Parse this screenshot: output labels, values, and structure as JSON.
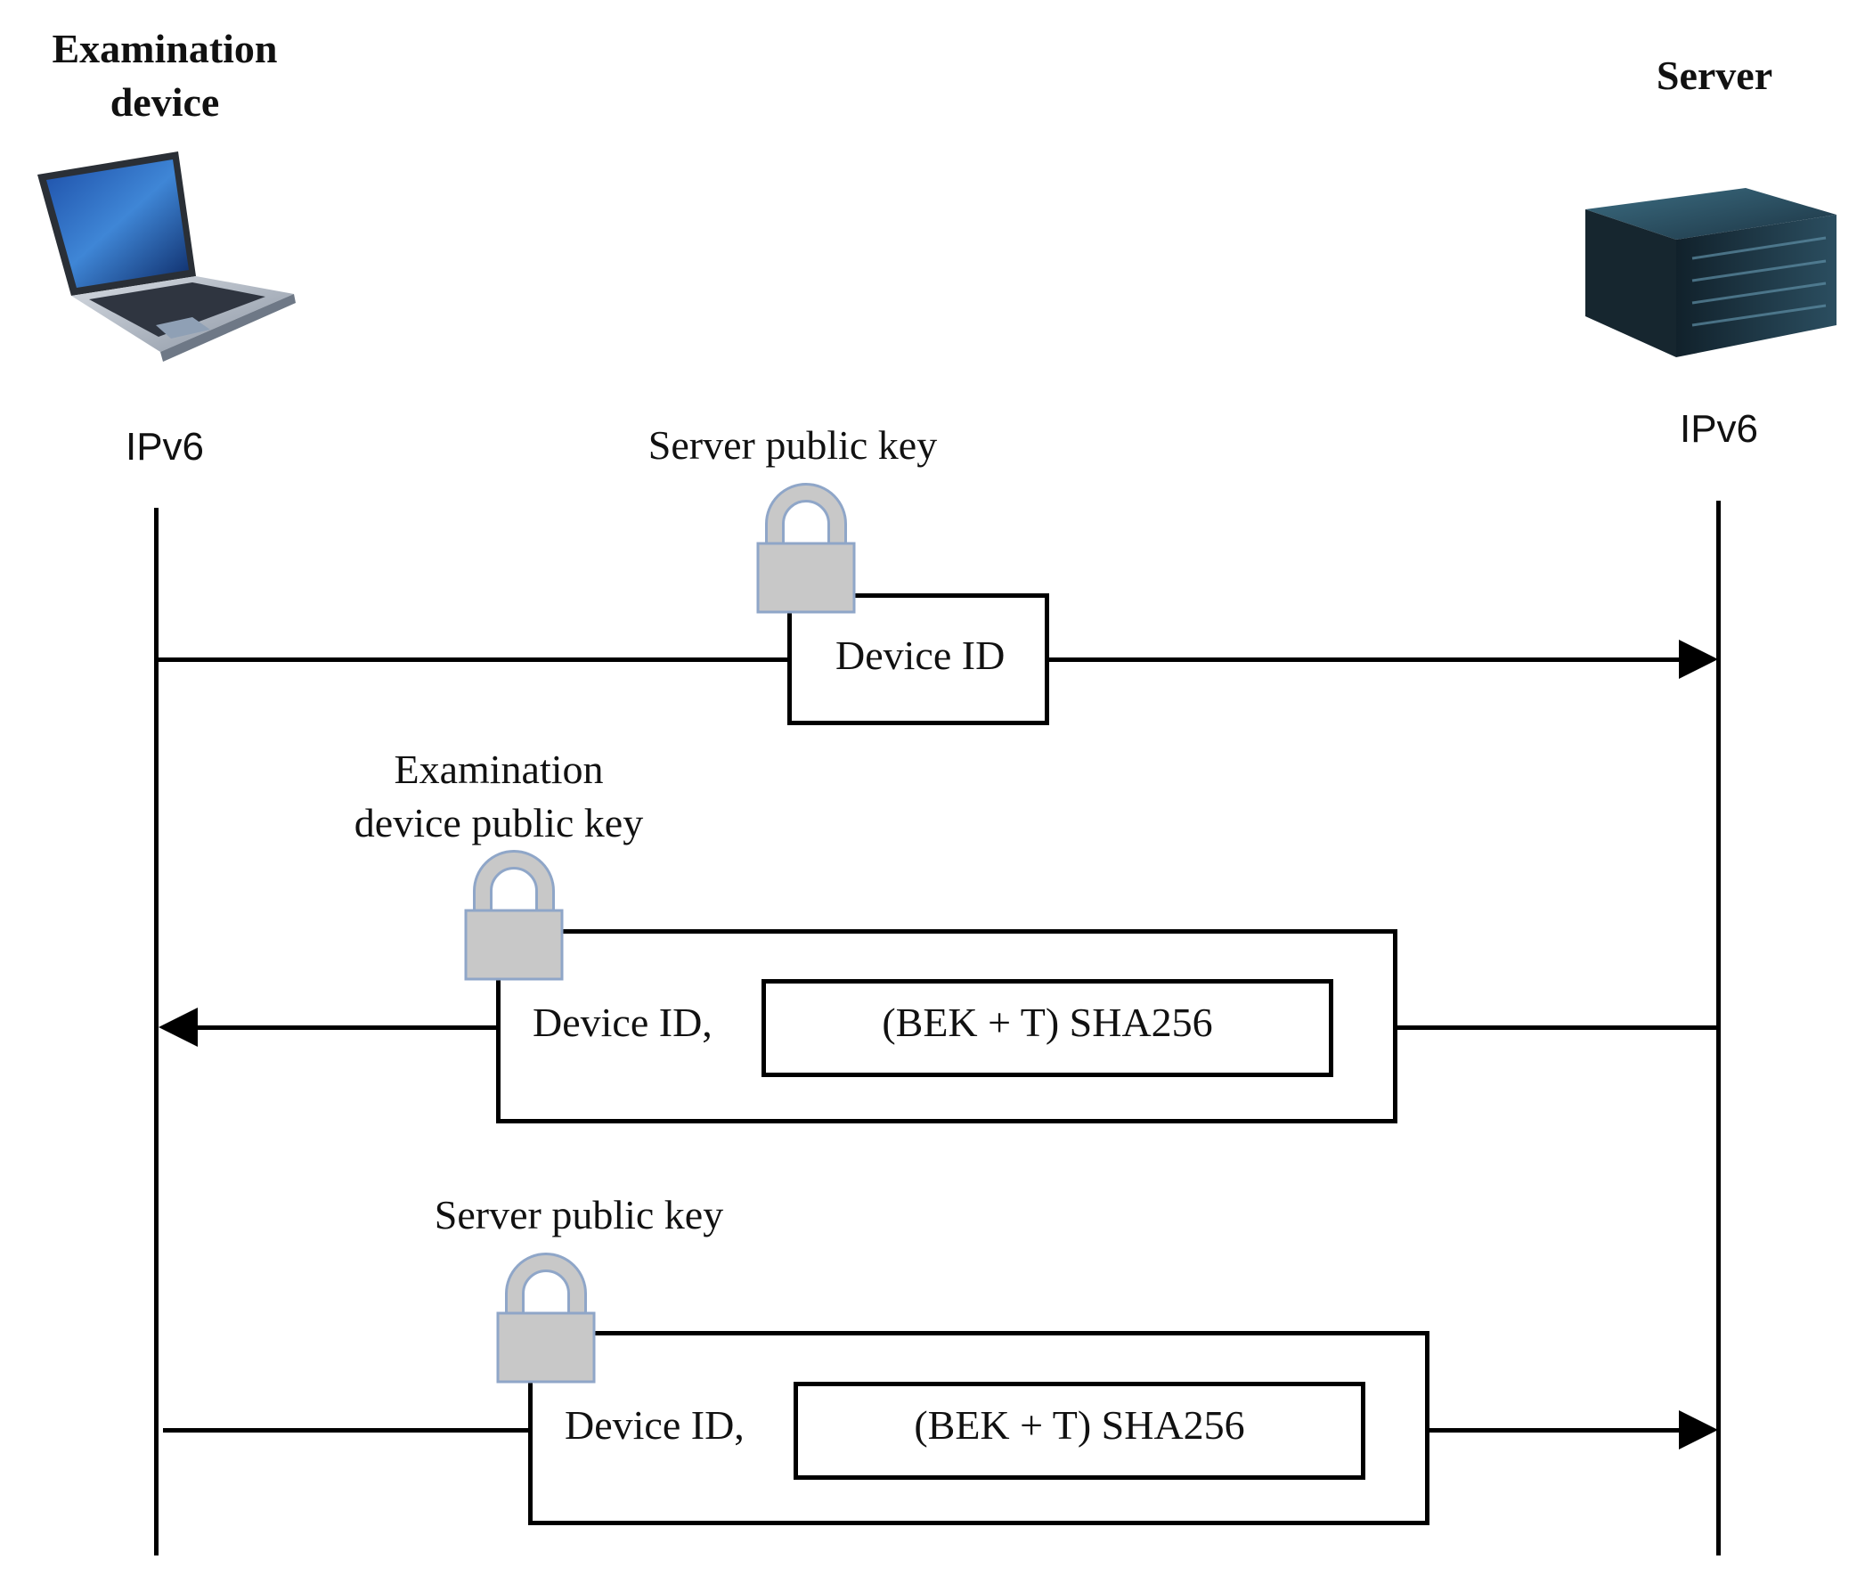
{
  "participants": {
    "device": {
      "title": "Examination\ndevice",
      "address": "IPv6",
      "icon": "laptop-icon"
    },
    "server": {
      "title": "Server",
      "address": "IPv6",
      "icon": "server-icon"
    }
  },
  "messages": [
    {
      "direction": "device-to-server",
      "key_label": "Server public key",
      "content": "Device ID",
      "hash": ""
    },
    {
      "direction": "server-to-device",
      "key_label": "Examination\ndevice public key",
      "content": "Device ID,",
      "hash": "(BEK + T) SHA256"
    },
    {
      "direction": "device-to-server",
      "key_label": "Server public key",
      "content": "Device ID,",
      "hash": "(BEK + T) SHA256"
    }
  ],
  "colors": {
    "lock_body": "#c8c8c8",
    "lock_outline": "#8fa6c8",
    "line": "#000000"
  }
}
